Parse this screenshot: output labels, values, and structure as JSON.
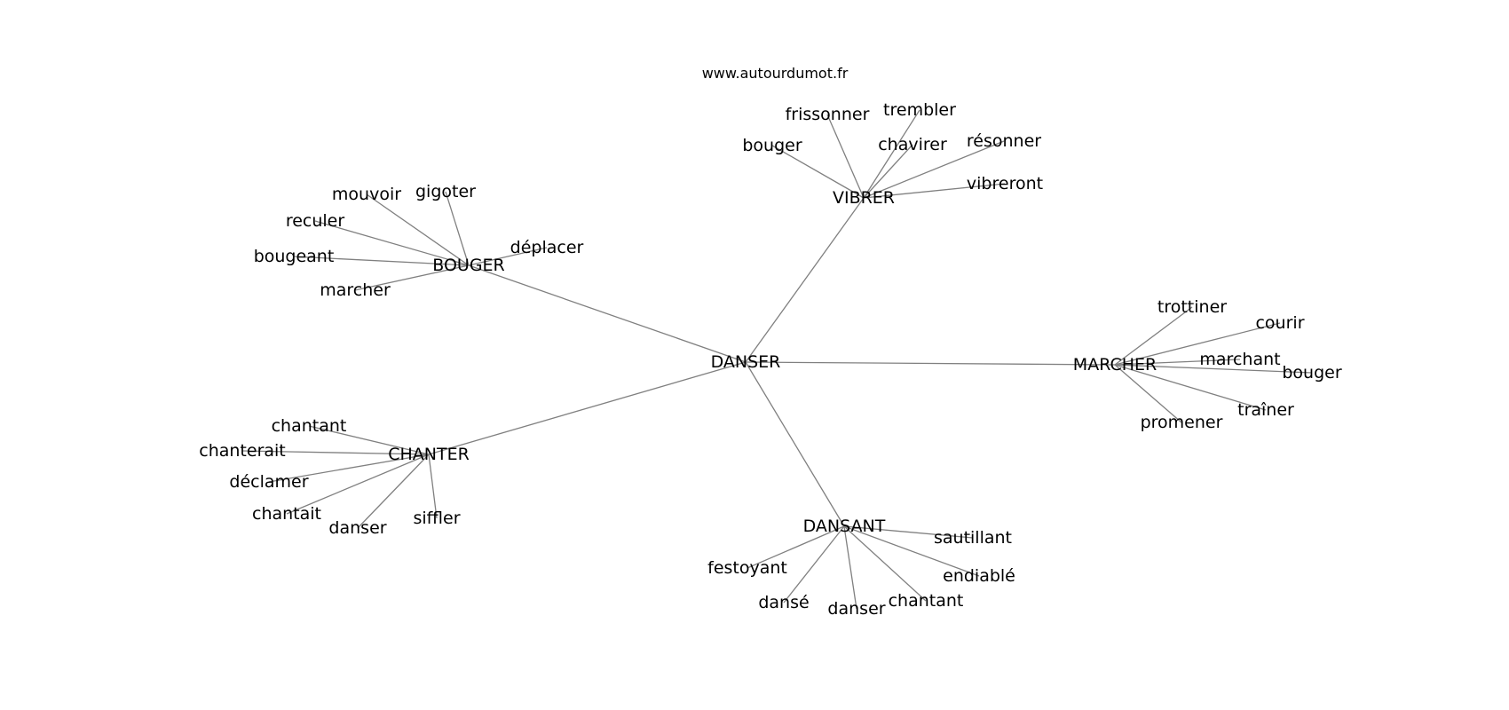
{
  "site": "www.autourdumot.fr",
  "graph": {
    "center": "DANSER",
    "hubs": [
      {
        "id": "bouger",
        "label": "BOUGER",
        "leaves": [
          "mouvoir",
          "gigoter",
          "reculer",
          "déplacer",
          "bougeant",
          "marcher"
        ]
      },
      {
        "id": "vibrer",
        "label": "VIBRER",
        "leaves": [
          "frissonner",
          "trembler",
          "bouger",
          "chavirer",
          "résonner",
          "vibreront"
        ]
      },
      {
        "id": "marcher",
        "label": "MARCHER",
        "leaves": [
          "trottiner",
          "courir",
          "marchant",
          "bouger",
          "traîner",
          "promener"
        ]
      },
      {
        "id": "chanter",
        "label": "CHANTER",
        "leaves": [
          "chantant",
          "chanterait",
          "déclamer",
          "chantait",
          "danser",
          "siffler"
        ]
      },
      {
        "id": "dansant",
        "label": "DANSANT",
        "leaves": [
          "sautillant",
          "festoyant",
          "endiablé",
          "dansé",
          "danser",
          "chantant"
        ]
      }
    ]
  }
}
